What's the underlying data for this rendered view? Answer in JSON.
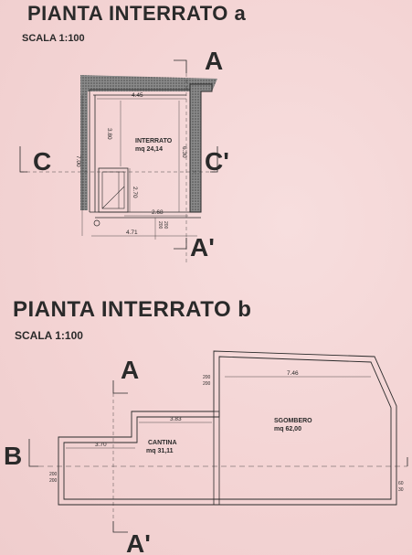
{
  "plan_a": {
    "title": "PIANTA INTERRATO a",
    "scale": "SCALA 1:100",
    "section_top": "A",
    "section_bottom": "A'",
    "section_left": "C",
    "section_right": "C'",
    "room_name": "INTERRATO",
    "room_area": "mq 24,14",
    "dims": {
      "top": "4.45",
      "inner_v": "3.80",
      "left_v": "7.00",
      "right_v": "6.30",
      "stair_v": "2.70",
      "bottom_inner": "2.68",
      "bottom_outer": "4.71",
      "small_a": "200",
      "small_b": "200"
    }
  },
  "plan_b": {
    "title": "PIANTA INTERRATO b",
    "scale": "SCALA 1:100",
    "section_top": "A",
    "section_bottom": "A'",
    "section_left": "B",
    "room1_name": "CANTINA",
    "room1_area": "mq 31,11",
    "room2_name": "SGOMBERO",
    "room2_area": "mq 62,00",
    "dims": {
      "sgombero_width": "7.46",
      "cantina_upper": "3.83",
      "cantina_lower": "3.70",
      "wall_top_a": "200",
      "wall_top_b": "200",
      "wall_left_a": "200",
      "wall_left_b": "200",
      "right_a": "60",
      "right_b": "30"
    }
  },
  "colors": {
    "line": "#2a2a2a",
    "hatch": "#6b6b6b",
    "bg": "#f5d9d9"
  }
}
